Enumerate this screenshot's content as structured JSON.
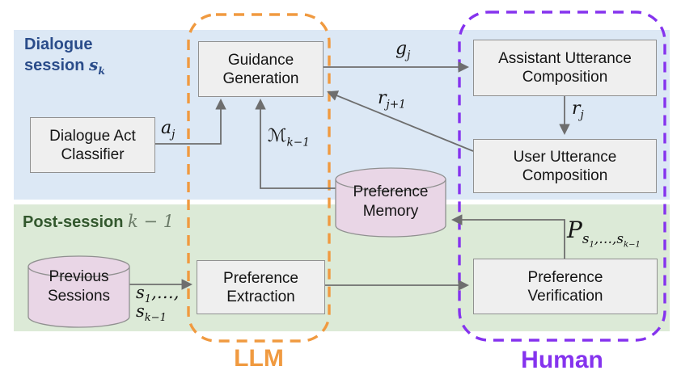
{
  "regions": {
    "dialogue": {
      "line1": "Dialogue",
      "line2_prefix": "session ",
      "math_base": "s",
      "math_sub": "k",
      "bg_color": "#DCE8F5",
      "label_color": "#2A4C8A"
    },
    "post_session": {
      "prefix": "Post-session ",
      "math_base": "k",
      "math_rest": " − 1",
      "bg_color": "#DCEAD7",
      "label_color": "#33582E",
      "math_color": "#6B7B68"
    }
  },
  "groups": {
    "llm": {
      "label": "LLM",
      "color": "#F09A40",
      "border_style": "dashed"
    },
    "human": {
      "label": "Human",
      "color": "#8533EE",
      "border_style": "dashed"
    }
  },
  "nodes": {
    "dialogue_act_classifier": {
      "line1": "Dialogue Act",
      "line2": "Classifier",
      "shape": "box"
    },
    "guidance_generation": {
      "line1": "Guidance",
      "line2": "Generation",
      "shape": "box"
    },
    "assistant_utterance": {
      "line1": "Assistant Utterance",
      "line2": "Composition",
      "shape": "box"
    },
    "user_utterance": {
      "line1": "User Utterance",
      "line2": "Composition",
      "shape": "box"
    },
    "preference_memory": {
      "line1": "Preference",
      "line2": "Memory",
      "shape": "cylinder"
    },
    "previous_sessions": {
      "line1": "Previous",
      "line2": "Sessions",
      "shape": "cylinder"
    },
    "preference_extraction": {
      "line1": "Preference",
      "line2": "Extraction",
      "shape": "box"
    },
    "preference_verification": {
      "line1": "Preference",
      "line2": "Verification",
      "shape": "box"
    }
  },
  "edge_labels": {
    "a": {
      "base": "a",
      "sub": "j"
    },
    "g": {
      "base": "g",
      "sub": "j"
    },
    "r_next": {
      "base": "r",
      "sub": "j+1"
    },
    "r": {
      "base": "r",
      "sub": "j"
    },
    "memory": {
      "base": "ℳ",
      "sub": "k−1"
    },
    "sessions": {
      "line1_base": "s",
      "line1_sub": "1",
      "line1_rest": ",…,",
      "line2_base": "s",
      "line2_sub": "k−1"
    },
    "preferences": {
      "base": "P",
      "s1": "s",
      "s1_sub": "1",
      "mid": ",…,",
      "s2": "s",
      "s2_sub": "k−1"
    }
  },
  "style": {
    "box_fill": "#EFEFEF",
    "box_stroke": "#909090",
    "cylinder_fill": "#E9D6E6",
    "arrow_color": "#6E6E6E"
  }
}
